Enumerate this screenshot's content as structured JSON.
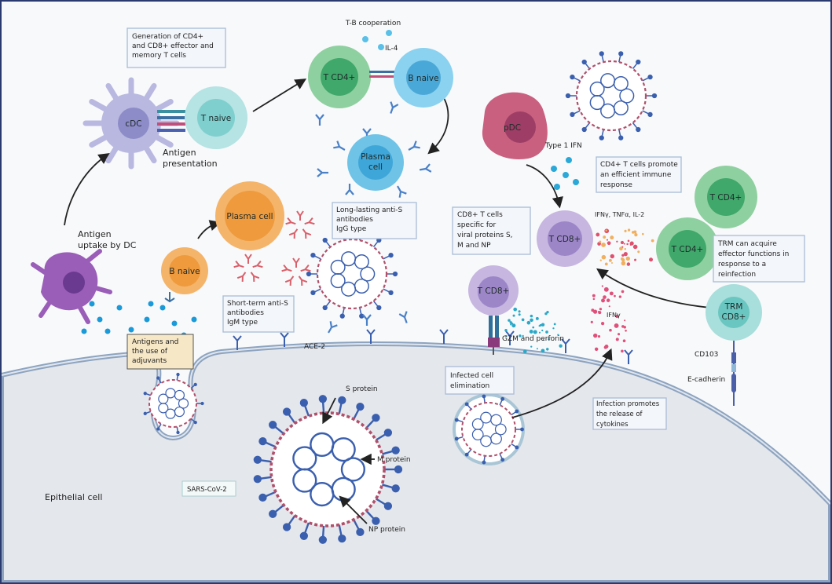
{
  "labels": {
    "generation_box": [
      "Generation of CD4+",
      "and CD8+ effector and",
      "memory T cells"
    ],
    "antigen_presentation": [
      "Antigen",
      "presentation"
    ],
    "tb_cooperation": "T-B cooperation",
    "il4": "IL-4",
    "antigen_uptake": [
      "Antigen",
      "uptake by DC"
    ],
    "long_lasting_box": [
      "Long-lasting anti-S",
      "antibodies",
      "IgG type"
    ],
    "short_term_box": [
      "Short-term anti-S",
      "antibodies",
      "IgM type"
    ],
    "antigens_box": [
      "Antigens and",
      "the use of",
      "adjuvants"
    ],
    "ace2": "ACE-2",
    "cd8_specific_box": [
      "CD8+ T cells",
      "specific for",
      "viral proteins S,",
      "M and NP"
    ],
    "type1_ifn": "Type 1 IFN",
    "cd4_promote_box": [
      "CD4+ T cells promote",
      "an efficient immune",
      "response"
    ],
    "cytokines": "IFNγ, TNFα, IL-2",
    "trm_box": [
      "TRM can acquire",
      "effector functions in",
      "response to a",
      "reinfection"
    ],
    "ifng": "IFNγ",
    "gzm": "GZM and perforin",
    "cd103": "CD103",
    "ecadherin": "E-cadherin",
    "infected_box": [
      "Infected cell",
      "elimination"
    ],
    "infection_box": [
      "Infection promotes",
      "the release of",
      "cytokines"
    ],
    "s_protein": "S protein",
    "m_protein": "M protein",
    "np_protein": "NP protein",
    "sars": "SARS-CoV-2",
    "epithelial": "Epithelial cell"
  },
  "cells": {
    "cdc": "cDC",
    "t_naive": "T naive",
    "t_cd4_top": "T CD4+",
    "b_naive_top": "B naive",
    "plasma_blue": [
      "Plasma",
      "cell"
    ],
    "pdc": "pDC",
    "plasma_orange": "Plasma cell",
    "b_naive": "B naive",
    "t_cd8_mid": "T CD8+",
    "t_cd8_low": "T CD8+",
    "t_cd4_a": "T CD4+",
    "t_cd4_b": "T CD4+",
    "trm": [
      "TRM",
      "CD8+"
    ]
  },
  "colors": {
    "frame": "#2a3a6e",
    "virus_spike": "#3a5fae",
    "virus_membrane": "#b0506a",
    "epithelium": "#e4e7ec",
    "tcd4": "#7cc58f",
    "tcd8": "#b9a6d6",
    "bcell": "#6fc3e6",
    "plasma_orange": "#f0a04a",
    "trm": "#a8dedb",
    "pdc": "#c9607f",
    "cdc": "#a9a8d6",
    "antigen_box": "#f6e7c6"
  }
}
